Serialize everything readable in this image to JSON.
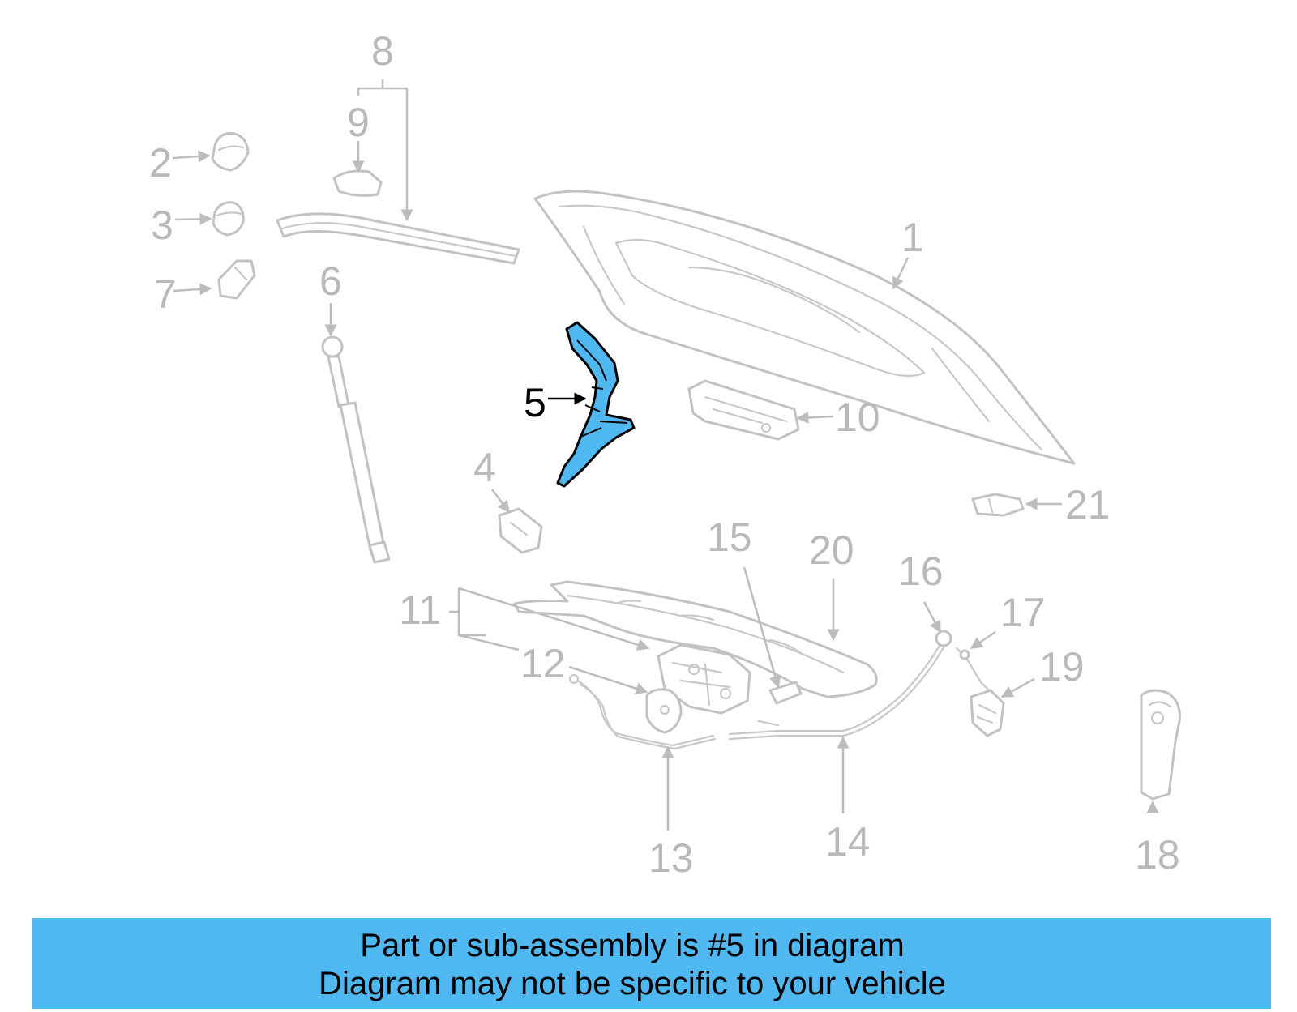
{
  "diagram": {
    "highlighted_part": "5",
    "highlight_color": "#4fb8f0",
    "part_color": "#c2c2c2",
    "label_color": "#b9b9b9",
    "callouts": [
      "1",
      "2",
      "3",
      "4",
      "5",
      "6",
      "7",
      "8",
      "9",
      "10",
      "11",
      "12",
      "13",
      "14",
      "15",
      "16",
      "17",
      "18",
      "19",
      "20",
      "21"
    ]
  },
  "footer": {
    "background": "#4fb8f0",
    "line1": "Part or sub-assembly is #5 in diagram",
    "line2": "Diagram may not be specific to your vehicle"
  }
}
